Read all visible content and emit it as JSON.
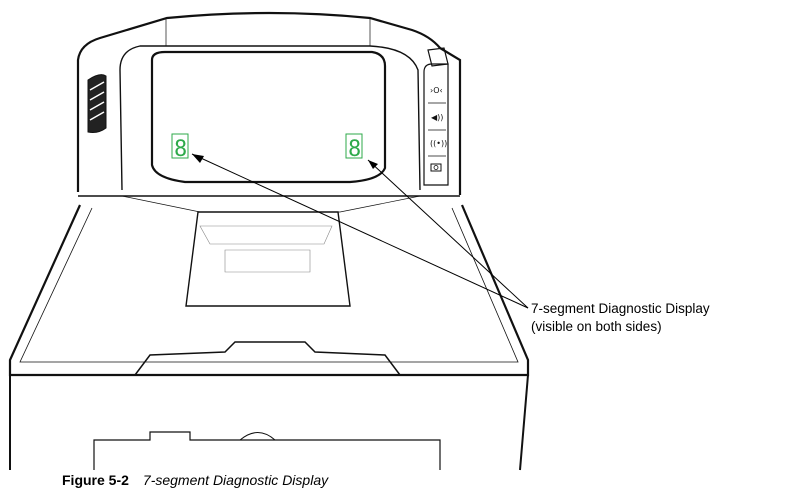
{
  "callout": {
    "line1": "7-segment Diagnostic Display",
    "line2": "(visible on both sides)"
  },
  "caption": {
    "number": "Figure 5-2",
    "title": "7-segment Diagnostic Display"
  },
  "display": {
    "left_digit": "8",
    "right_digit": "8",
    "color": "#2eaa4a"
  },
  "side_buttons": [
    "volume-tone-icon",
    "volume-icon",
    "wireless-icon",
    "camera-icon"
  ]
}
